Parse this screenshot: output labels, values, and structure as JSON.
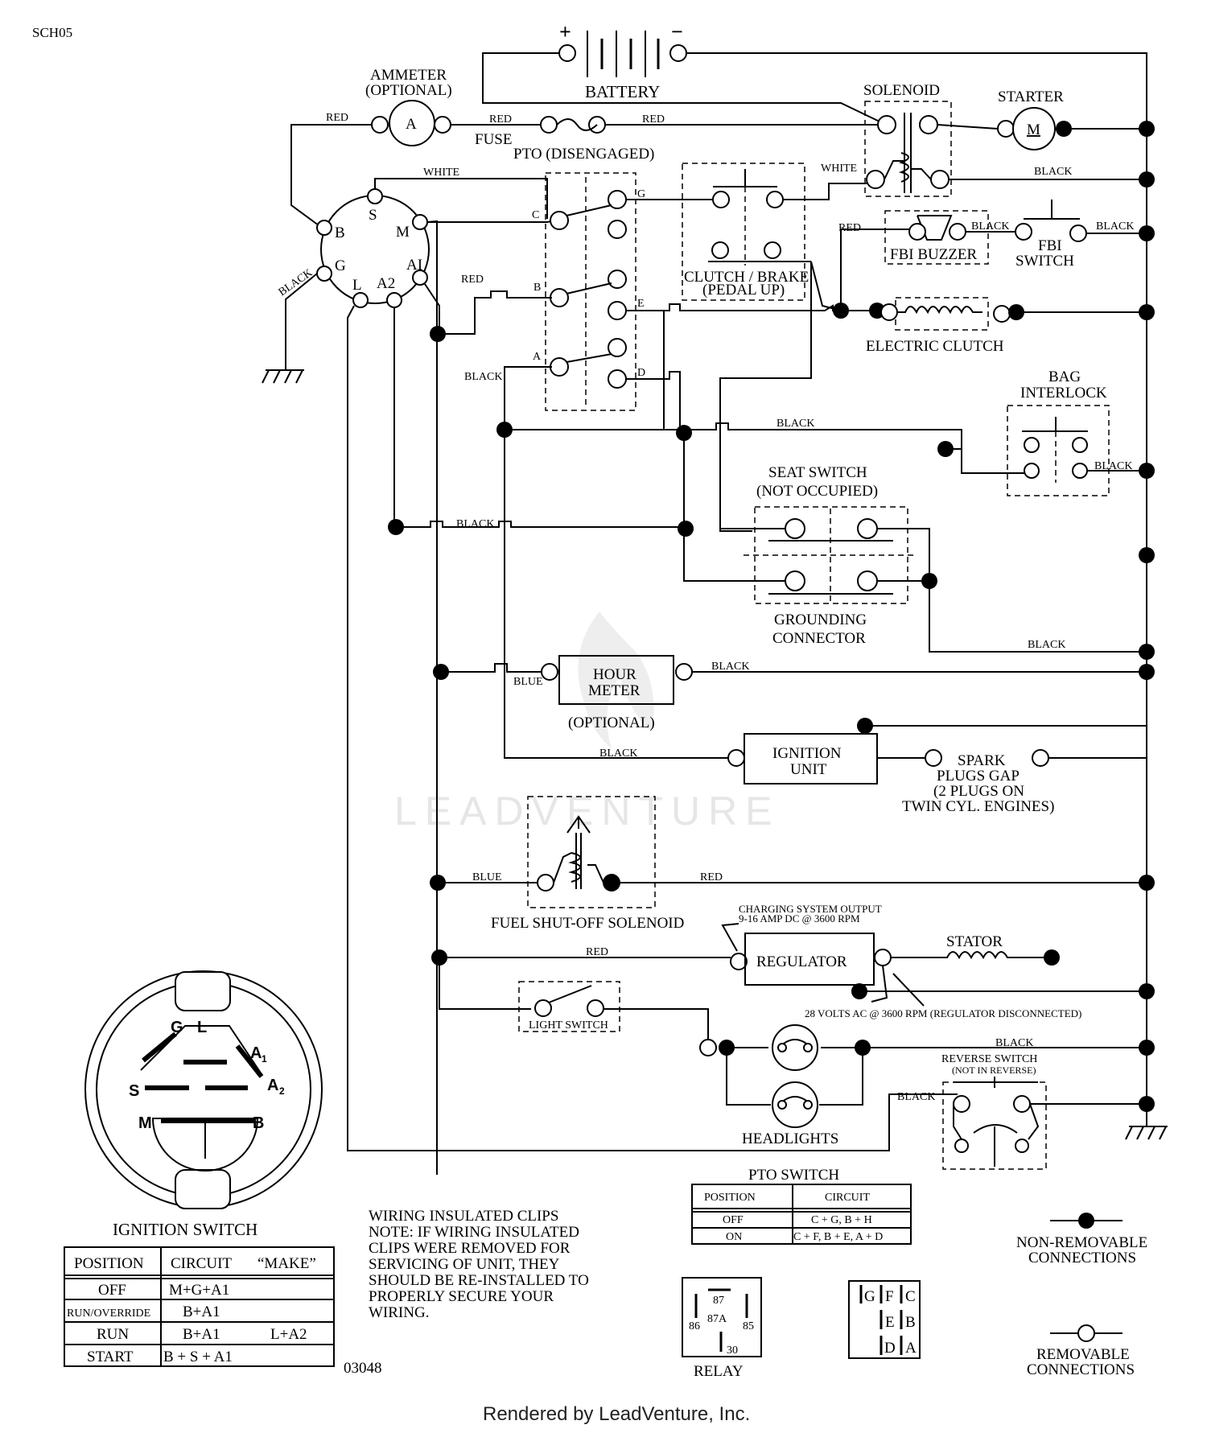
{
  "header": {
    "code": "SCH05",
    "doc_number": "03048"
  },
  "components": {
    "battery": "BATTERY",
    "plus": "+",
    "minus": "−",
    "ammeter_1": "AMMETER",
    "ammeter_2": "(OPTIONAL)",
    "ammeter_letter": "A",
    "fuse": "FUSE",
    "solenoid": "SOLENOID",
    "starter": "STARTER",
    "motor_letter": "M",
    "pto": "PTO (DISENGAGED)",
    "clutch_brake_1": "CLUTCH / BRAKE",
    "clutch_brake_2": "(PEDAL UP)",
    "fbi_buzzer": "FBI BUZZER",
    "fbi_switch_1": "FBI",
    "fbi_switch_2": "SWITCH",
    "electric_clutch": "ELECTRIC CLUTCH",
    "bag_interlock_1": "BAG",
    "bag_interlock_2": "INTERLOCK",
    "seat_switch_1": "SEAT SWITCH",
    "seat_switch_2": "(NOT OCCUPIED)",
    "grounding_1": "GROUNDING",
    "grounding_2": "CONNECTOR",
    "hour_meter_1": "HOUR",
    "hour_meter_2": "METER",
    "hour_meter_opt": "(OPTIONAL)",
    "ignition_unit_1": "IGNITION",
    "ignition_unit_2": "UNIT",
    "spark_1": "SPARK",
    "spark_2": "PLUGS GAP",
    "spark_3": "(2 PLUGS ON",
    "spark_4": "TWIN CYL. ENGINES)",
    "fuel_solenoid": "FUEL SHUT-OFF SOLENOID",
    "charging_1": "CHARGING SYSTEM OUTPUT",
    "charging_2": "9-16 AMP DC @ 3600 RPM",
    "regulator": "REGULATOR",
    "stator": "STATOR",
    "volts_ac": "28 VOLTS AC @ 3600 RPM (REGULATOR DISCONNECTED)",
    "light_switch": "LIGHT SWITCH",
    "headlights": "HEADLIGHTS",
    "reverse_1": "REVERSE SWITCH",
    "reverse_2": "(NOT IN REVERSE)",
    "ignition_switch": "IGNITION SWITCH",
    "relay": "RELAY"
  },
  "wires": {
    "red": "RED",
    "black": "BLACK",
    "white": "WHITE",
    "blue": "BLUE"
  },
  "terminals": {
    "s": "S",
    "m": "M",
    "b": "B",
    "g": "G",
    "l": "L",
    "a1": "AI",
    "a2": "A2",
    "pto_c": "C",
    "pto_g": "G",
    "pto_b": "B",
    "pto_e": "E",
    "pto_a": "A",
    "pto_d": "D"
  },
  "ignition_face": {
    "g": "G",
    "l": "L",
    "a1": "A",
    "a1_sub": "1",
    "s": "S",
    "a2": "A",
    "a2_sub": "2",
    "m": "M",
    "b": "B"
  },
  "ignition_table": {
    "headers": [
      "POSITION",
      "CIRCUIT",
      "“MAKE”"
    ],
    "rows": [
      {
        "position": "OFF",
        "circuit": "M+G+A1",
        "extra": ""
      },
      {
        "position": "RUN/OVERRIDE",
        "circuit": "B+A1",
        "extra": ""
      },
      {
        "position": "RUN",
        "circuit": "B+A1",
        "extra": "L+A2"
      },
      {
        "position": "START",
        "circuit": "B + S + A1",
        "extra": ""
      }
    ]
  },
  "pto_table": {
    "title": "PTO SWITCH",
    "headers": [
      "POSITION",
      "CIRCUIT"
    ],
    "rows": [
      {
        "position": "OFF",
        "circuit": "C + G, B + H"
      },
      {
        "position": "ON",
        "circuit": "C + F, B + E, A + D"
      }
    ]
  },
  "note": {
    "lines": [
      "WIRING INSULATED CLIPS",
      "NOTE:  IF WIRING INSULATED",
      "CLIPS WERE REMOVED FOR",
      "SERVICING OF UNIT, THEY",
      "SHOULD BE RE-INSTALLED TO",
      "PROPERLY SECURE YOUR",
      "WIRING."
    ]
  },
  "relay_pins": {
    "p87": "87",
    "p87a": "87A",
    "p86": "86",
    "p85": "85",
    "p30": "30"
  },
  "pto_pins": {
    "g": "G",
    "f": "F",
    "c": "C",
    "e": "E",
    "b": "B",
    "d": "D",
    "a": "A"
  },
  "legend": {
    "nonremovable_1": "NON-REMOVABLE",
    "nonremovable_2": "CONNECTIONS",
    "removable_1": "REMOVABLE",
    "removable_2": "CONNECTIONS"
  },
  "watermark": "LEADVENTURE",
  "footer": "Rendered by LeadVenture, Inc."
}
